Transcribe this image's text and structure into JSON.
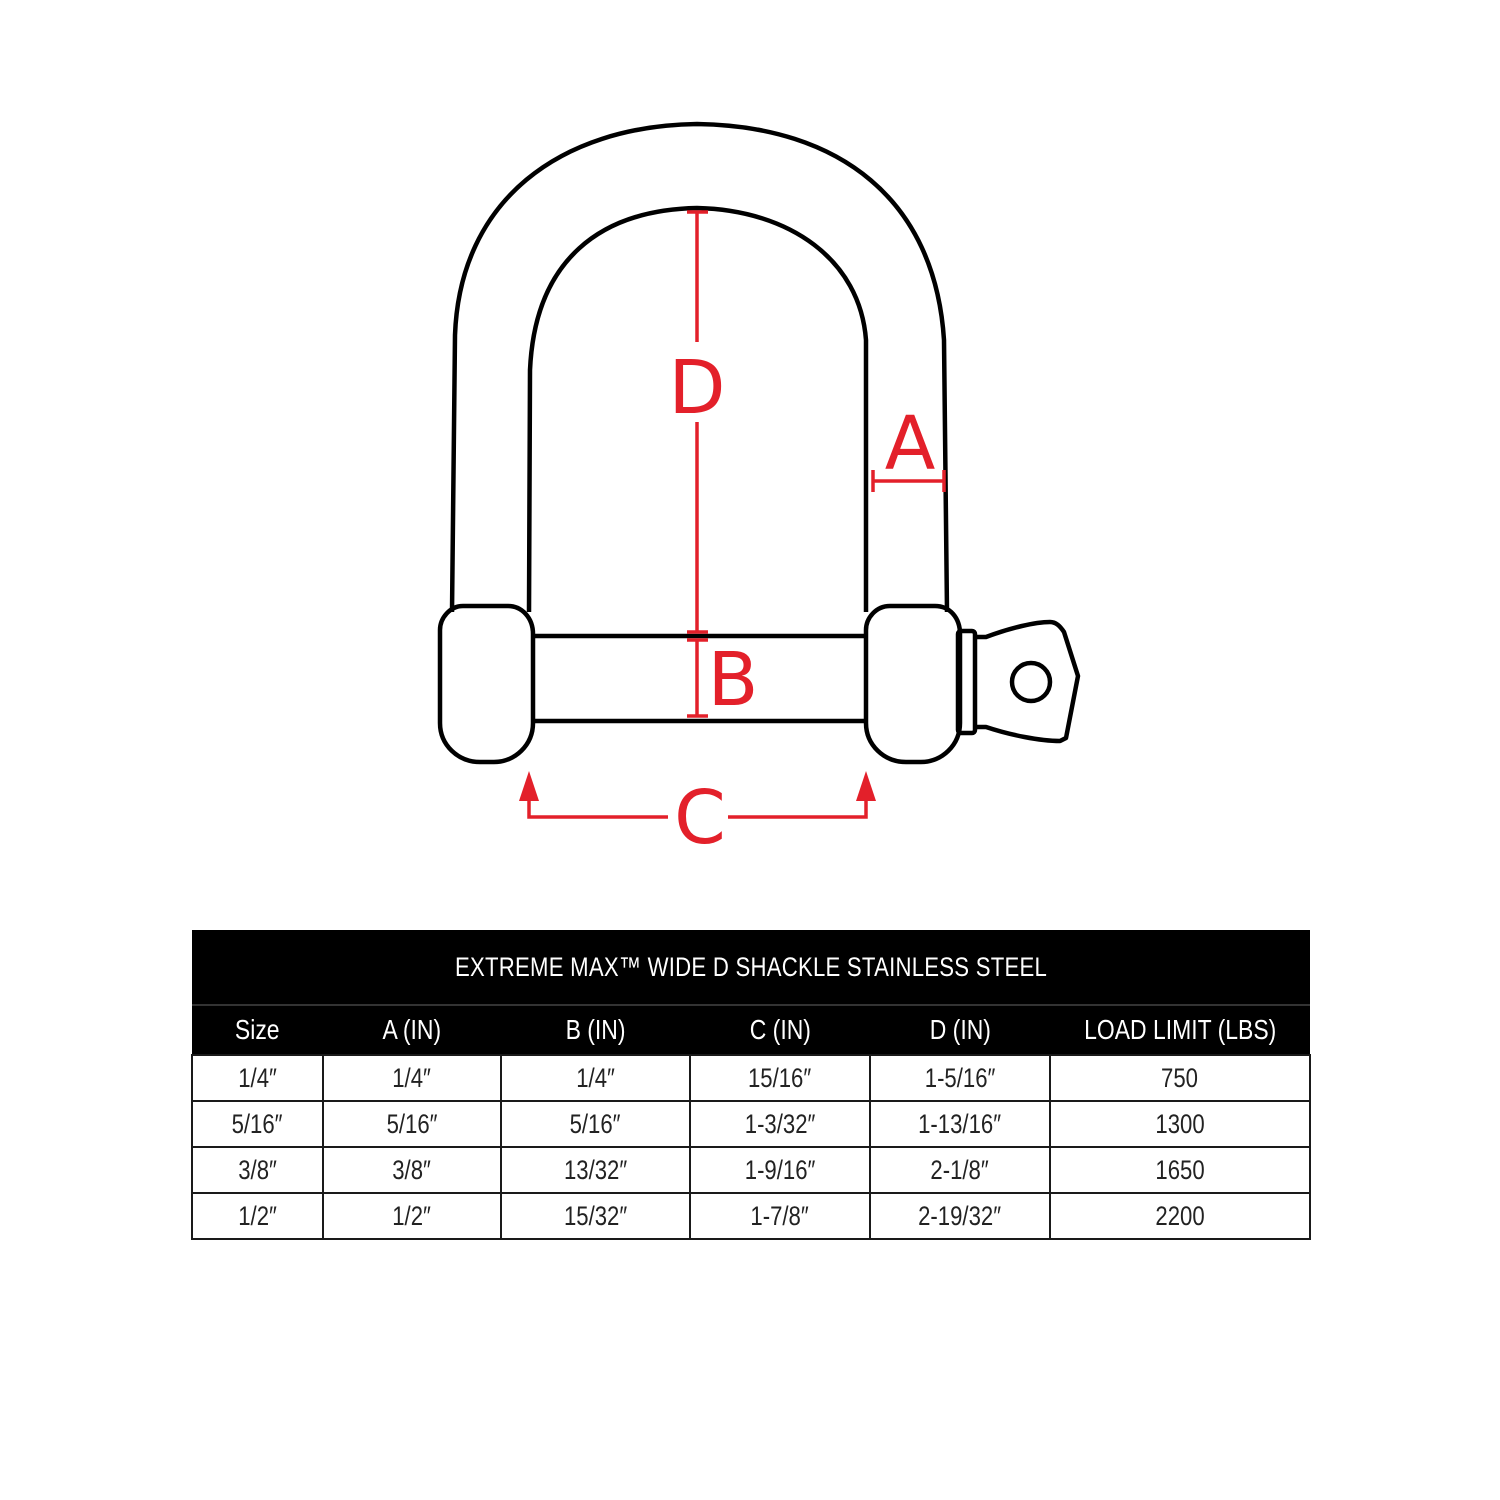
{
  "diagram": {
    "labels": {
      "a": "A",
      "b": "B",
      "c": "C",
      "d": "D"
    },
    "colors": {
      "outline": "#000000",
      "dimension": "#e3202a"
    }
  },
  "table": {
    "title": "EXTREME MAX™ WIDE D SHACKLE STAINLESS STEEL",
    "columns": [
      "Size",
      "A (IN)",
      "B (IN)",
      "C (IN)",
      "D (IN)",
      "LOAD LIMIT (LBS)"
    ],
    "rows": [
      [
        "1/4″",
        "1/4″",
        "1/4″",
        "15/16″",
        "1-5/16″",
        "750"
      ],
      [
        "5/16″",
        "5/16″",
        "5/16″",
        "1-3/32″",
        "1-13/16″",
        "1300"
      ],
      [
        "3/8″",
        "3/8″",
        "13/32″",
        "1-9/16″",
        "2-1/8″",
        "1650"
      ],
      [
        "1/2″",
        "1/2″",
        "15/32″",
        "1-7/8″",
        "2-19/32″",
        "2200"
      ]
    ],
    "colors": {
      "header_bg": "#000000",
      "header_text": "#ffffff",
      "border": "#1a1a1a"
    }
  }
}
